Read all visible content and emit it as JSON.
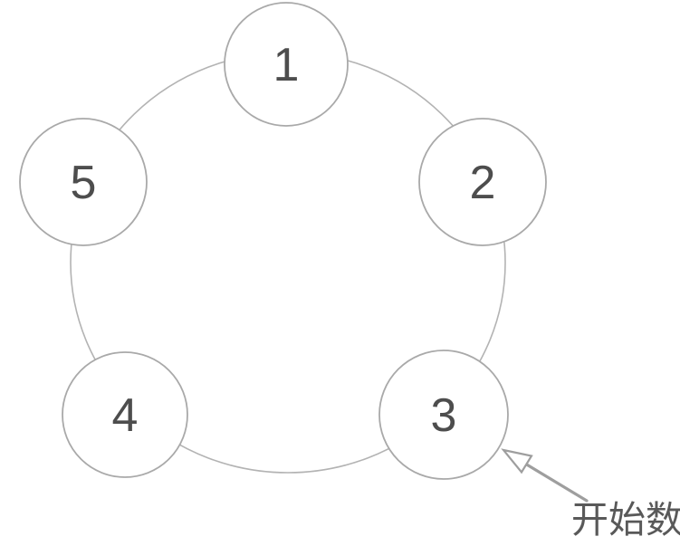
{
  "diagram": {
    "type": "circular-ring-counting-diagram",
    "description": "Five numbered circles arranged on a ring; an arrow marks where counting starts (node 3).",
    "nodes": [
      {
        "id": 1,
        "label": "1"
      },
      {
        "id": 2,
        "label": "2"
      },
      {
        "id": 3,
        "label": "3"
      },
      {
        "id": 4,
        "label": "4"
      },
      {
        "id": 5,
        "label": "5"
      }
    ],
    "annotation": {
      "label": "开始数",
      "points_to_node": "3"
    },
    "colors": {
      "background": "#ffffff",
      "ring_stroke": "#b3b3b3",
      "node_stroke": "#a9a9a9",
      "node_fill": "#ffffff",
      "number_text": "#4d4d4d",
      "arrow": "#9e9e9e",
      "annotation_text": "#595959"
    }
  }
}
